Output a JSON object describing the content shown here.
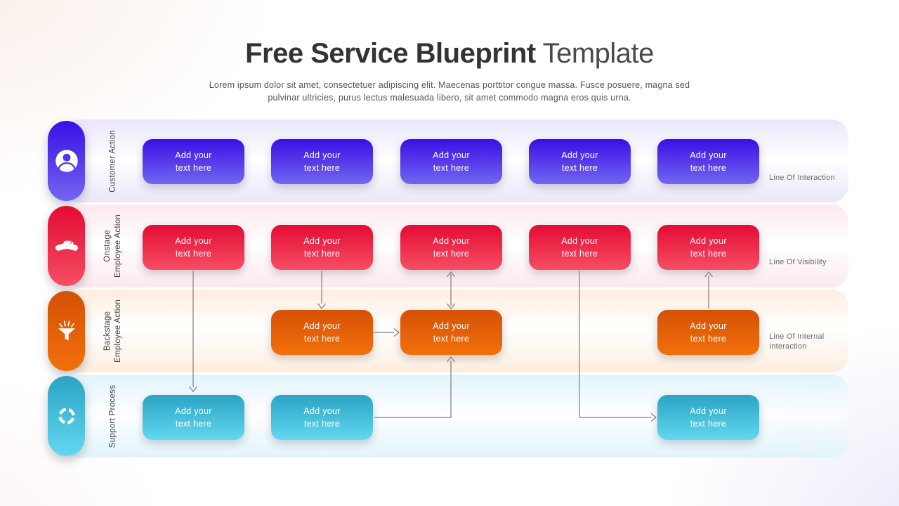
{
  "title": {
    "primary": "Free Service Blueprint",
    "secondary": "Template"
  },
  "subtitle": "Lorem ipsum dolor sit amet, consectetuer adipiscing elit. Maecenas porttitor congue massa. Fusce posuere, magna sed pulvinar ultricies, purus lectus malesuada libero, sit amet commodo magna eros quis urna.",
  "rows": [
    {
      "name": "customer-action",
      "label": "Customer Action",
      "icon": "user-icon",
      "line_label": "Line Of Interaction",
      "colors": {
        "grad_top": "#3a0fe4",
        "grad_bottom": "#7366f1",
        "band_tint": "#e9e7fa"
      },
      "boxes": [
        {
          "col": 1,
          "text": "Add your text here"
        },
        {
          "col": 2,
          "text": "Add your text here"
        },
        {
          "col": 3,
          "text": "Add your text here"
        },
        {
          "col": 4,
          "text": "Add your text here"
        },
        {
          "col": 5,
          "text": "Add your text here"
        }
      ]
    },
    {
      "name": "onstage-employee-action",
      "label": "Onstage Employee Action",
      "icon": "handshake-icon",
      "line_label": "Line Of Visibility",
      "colors": {
        "grad_top": "#e30b34",
        "grad_bottom": "#f64e63",
        "band_tint": "#fce9ed"
      },
      "boxes": [
        {
          "col": 1,
          "text": "Add your text here"
        },
        {
          "col": 2,
          "text": "Add your text here"
        },
        {
          "col": 3,
          "text": "Add your text here"
        },
        {
          "col": 4,
          "text": "Add your text here"
        },
        {
          "col": 5,
          "text": "Add your text here"
        }
      ]
    },
    {
      "name": "backstage-employee-action",
      "label": "Backstage Employee Action",
      "icon": "funnel-icon",
      "line_label": "Line Of Internal Interaction",
      "colors": {
        "grad_top": "#d55106",
        "grad_bottom": "#f2700b",
        "band_tint": "#fdeede"
      },
      "boxes": [
        {
          "col": 2,
          "text": "Add your text here"
        },
        {
          "col": 3,
          "text": "Add your text here"
        },
        {
          "col": 5,
          "text": "Add your text here"
        }
      ]
    },
    {
      "name": "support-process",
      "label": "Support Process",
      "icon": "cycle-icon",
      "line_label": "",
      "colors": {
        "grad_top": "#2ba3c4",
        "grad_bottom": "#62d8f0",
        "band_tint": "#e1f4fb"
      },
      "boxes": [
        {
          "col": 1,
          "text": "Add your text here"
        },
        {
          "col": 2,
          "text": "Add your text here"
        },
        {
          "col": 5,
          "text": "Add your text here"
        }
      ]
    }
  ],
  "connectors": [
    {
      "from": "onstage-col1",
      "to": "support-col1",
      "style": "straight-down-arrow"
    },
    {
      "from": "onstage-col2",
      "to": "backstage-col2",
      "style": "straight-down-arrow"
    },
    {
      "from": "onstage-col3",
      "to": "backstage-col3",
      "style": "double-headed-vertical"
    },
    {
      "from": "backstage-col2",
      "to": "backstage-col3",
      "style": "straight-right-arrow"
    },
    {
      "from": "backstage-col5",
      "to": "onstage-col5",
      "style": "straight-up-arrow"
    },
    {
      "from": "support-col2",
      "to": "backstage-col3",
      "style": "elbow-right-then-up"
    },
    {
      "from": "onstage-col4",
      "to": "support-col5",
      "style": "elbow-down-then-right"
    }
  ]
}
